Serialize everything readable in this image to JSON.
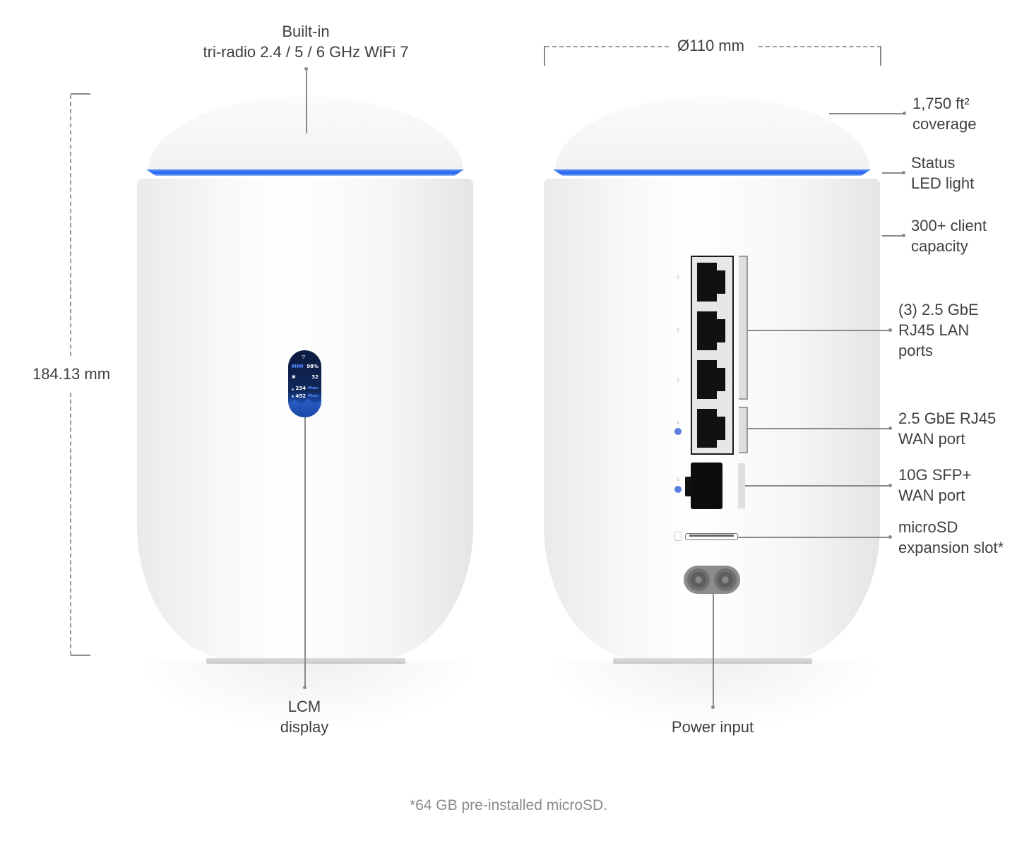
{
  "dimensions": {
    "height_label": "184.13 mm",
    "diameter_label": "Ø110 mm"
  },
  "front_view": {
    "top_callout": {
      "line1": "Built-in",
      "line2": "tri-radio 2.4 / 5 / 6 GHz WiFi 7"
    },
    "bottom_callout": {
      "line1": "LCM",
      "line2": "display"
    },
    "lcm_screen": {
      "icon": "wifi-icon",
      "signal_percent": "98%",
      "clients": "32",
      "upload_value": "234",
      "upload_unit": "Mbps",
      "download_value": "452",
      "download_unit": "Mbps"
    },
    "led_color": "#1f62f0"
  },
  "back_view": {
    "callouts": [
      {
        "id": "coverage",
        "line1": "1,750 ft²",
        "line2": "coverage"
      },
      {
        "id": "status-led",
        "line1": "Status",
        "line2": "LED light"
      },
      {
        "id": "client-capacity",
        "line1": "300+ client",
        "line2": "capacity"
      },
      {
        "id": "lan-ports",
        "line1": "(3) 2.5 GbE",
        "line2": "RJ45 LAN",
        "line3": "ports"
      },
      {
        "id": "wan-rj45",
        "line1": "2.5 GbE RJ45",
        "line2": "WAN port"
      },
      {
        "id": "wan-sfp",
        "line1": "10G SFP+",
        "line2": "WAN port"
      },
      {
        "id": "microsd",
        "line1": "microSD",
        "line2": "expansion slot*"
      }
    ],
    "bottom_callout": "Power input",
    "port_numbers": [
      "1",
      "2",
      "3",
      "4",
      "5"
    ]
  },
  "footnote": "*64 GB pre-installed microSD."
}
